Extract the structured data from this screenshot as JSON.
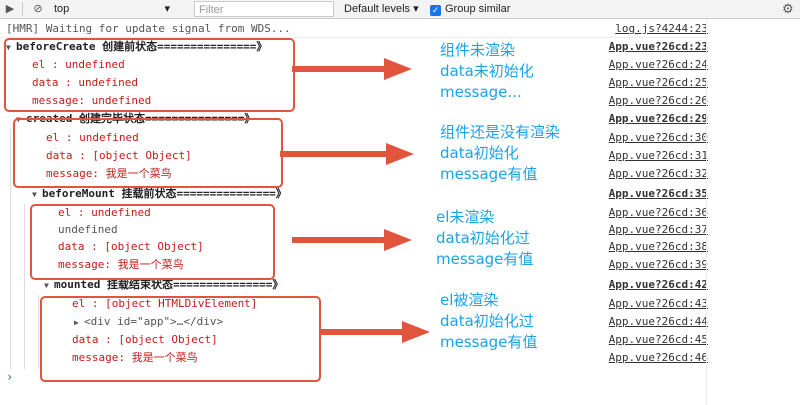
{
  "toolbar": {
    "context": "top",
    "filter_placeholder": "Filter",
    "levels_label": "Default levels ▾",
    "group_similar_label": "Group similar"
  },
  "console": {
    "hmr": {
      "text": "[HMR] Waiting for update signal from WDS...",
      "source": "log.js?4244:23"
    },
    "before_create": {
      "header": "beforeCreate 创建前状态===============》",
      "header_source": "App.vue?26cd:23",
      "rows": [
        {
          "text": "el     : undefined",
          "source": "App.vue?26cd:24"
        },
        {
          "text": "data   : undefined",
          "source": "App.vue?26cd:25"
        },
        {
          "text": "message: undefined",
          "source": "App.vue?26cd:26"
        }
      ]
    },
    "created": {
      "header": "created 创建完毕状态===============》",
      "header_source": "App.vue?26cd:29",
      "rows": [
        {
          "text": "el     : undefined",
          "source": "App.vue?26cd:30"
        },
        {
          "text": "data   : [object Object]",
          "source": "App.vue?26cd:31"
        },
        {
          "text": "message: 我是一个菜鸟",
          "source": "App.vue?26cd:32"
        }
      ]
    },
    "before_mount": {
      "header": "beforeMount 挂载前状态===============》",
      "header_source": "App.vue?26cd:35",
      "rows": [
        {
          "text": "el     : undefined",
          "source": "App.vue?26cd:36"
        },
        {
          "text": "undefined",
          "source": "App.vue?26cd:37"
        },
        {
          "text": "data   : [object Object]",
          "source": "App.vue?26cd:38"
        },
        {
          "text": "message: 我是一个菜鸟",
          "source": "App.vue?26cd:39"
        }
      ]
    },
    "mounted": {
      "header": "mounted 挂载结束状态===============》",
      "header_source": "App.vue?26cd:42",
      "rows": [
        {
          "text": "el     : [object HTMLDivElement]",
          "source": "App.vue?26cd:43"
        },
        {
          "text": "<div id=\"app\">…</div>",
          "source": "App.vue?26cd:44"
        },
        {
          "text": "data   : [object Object]",
          "source": "App.vue?26cd:45"
        },
        {
          "text": "message: 我是一个菜鸟",
          "source": "App.vue?26cd:46"
        }
      ]
    }
  },
  "notes": {
    "before_create": [
      "组件未渲染",
      "data未初始化",
      "message..."
    ],
    "created": [
      "组件还是没有渲染",
      "data初始化",
      "message有值"
    ],
    "before_mount": [
      "el未渲染",
      "data初始化过",
      "message有值"
    ],
    "mounted": [
      "el被渲染",
      "data初始化过",
      "message有值"
    ]
  },
  "colors": {
    "annotation_box": "#e0553b",
    "annotation_text": "#1aa3e8",
    "log_value": "#c41a16"
  },
  "icons": [
    "sidebar-toggle-icon",
    "clear-console-icon",
    "gear-icon",
    "checkbox-checked-icon",
    "expand-triangle-icon",
    "prompt-chevron-icon"
  ]
}
